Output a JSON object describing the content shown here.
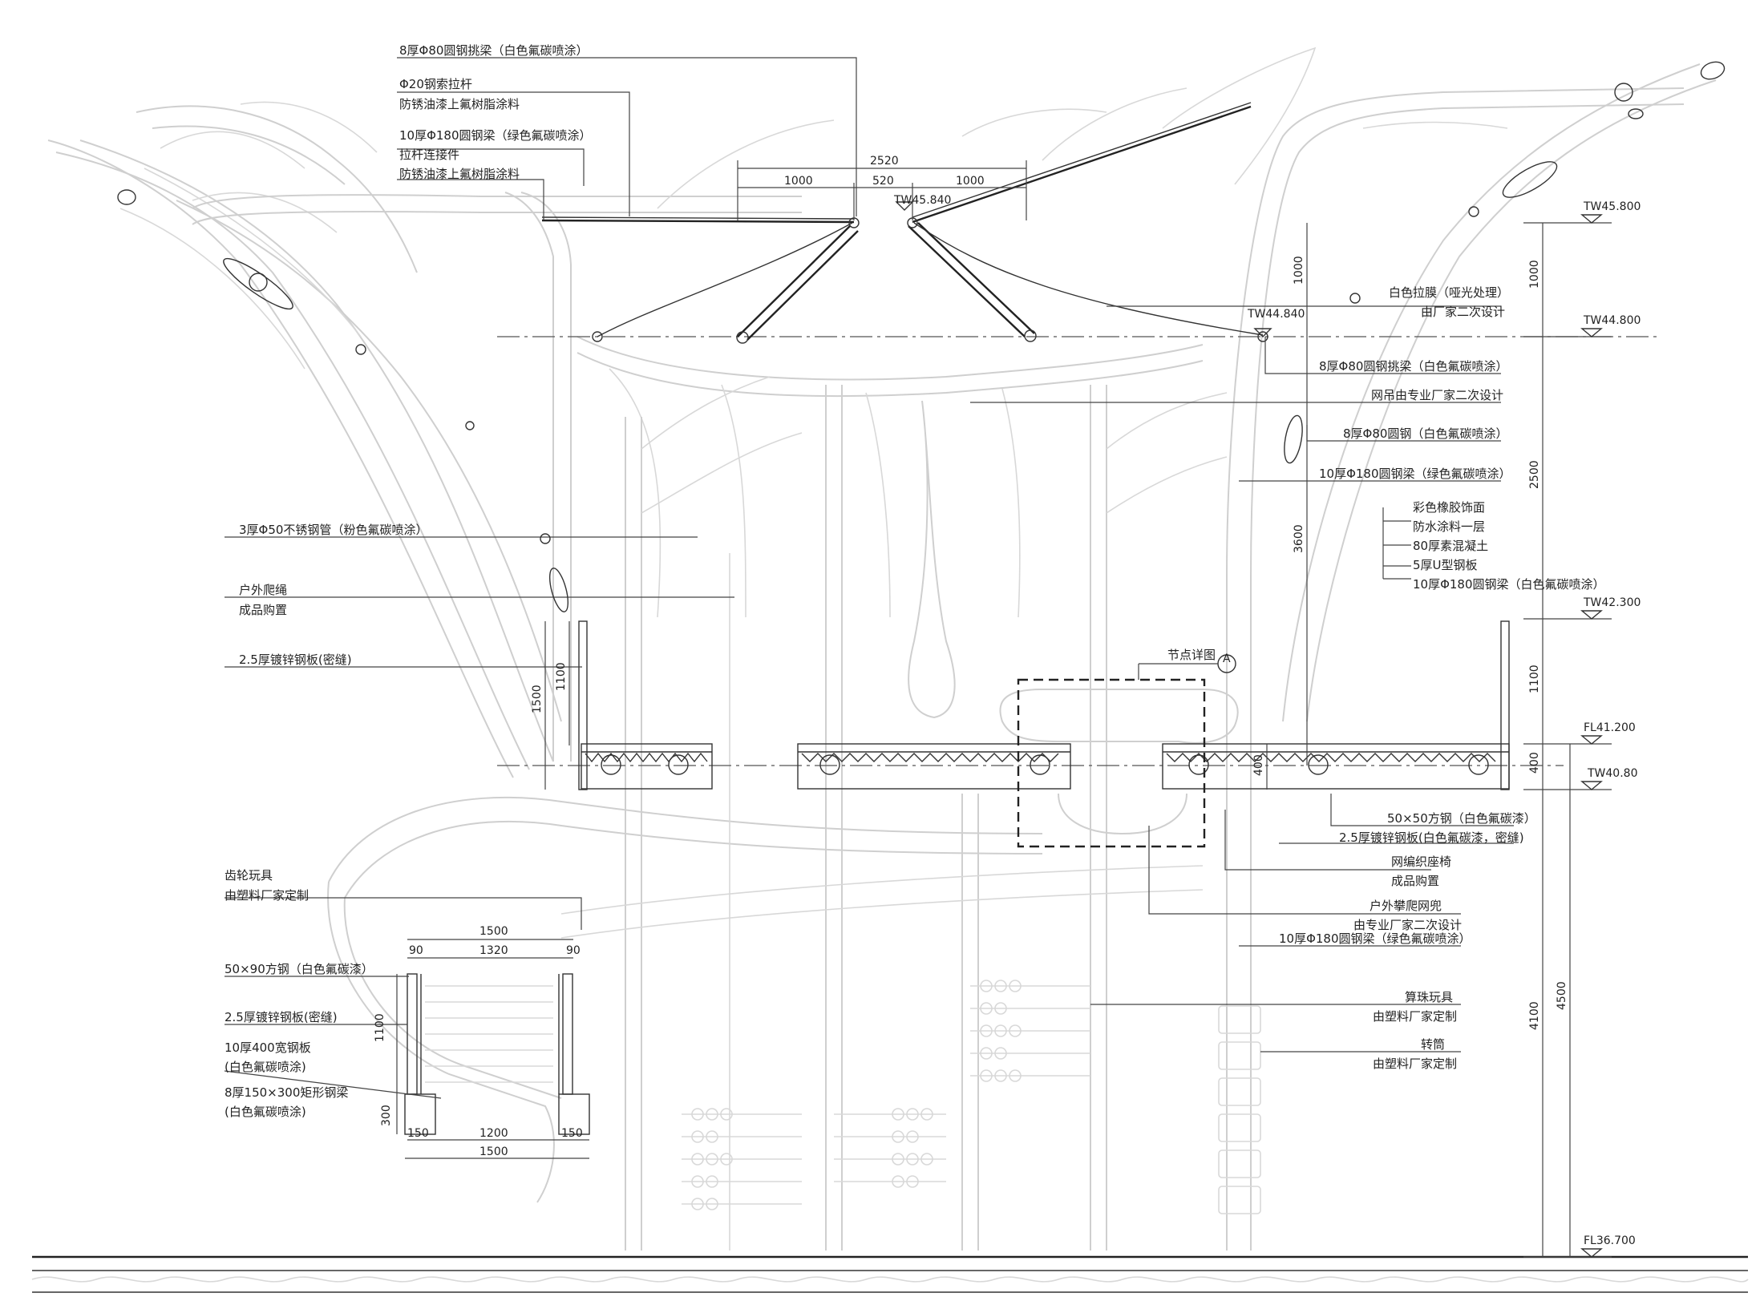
{
  "top_labels": {
    "cantilever_top": "8厚Φ80圆钢挑梁（白色氟碳喷涂）",
    "cable_rod": "Φ20钢索拉杆",
    "cable_rod_coat": "防锈油漆上氟树脂涂料",
    "beam_180_green": "10厚Φ180圆钢梁（绿色氟碳喷涂）",
    "rod_connector": "拉杆连接件",
    "rod_connector_coat": "防锈油漆上氟树脂涂料"
  },
  "top_dims": {
    "overall": "2520",
    "left": "1000",
    "middle": "520",
    "right": "1000",
    "apex_level": "TW45.840",
    "node_level": "TW44.840"
  },
  "right_labels": {
    "membrane": "白色拉膜（哑光处理）",
    "membrane_note": "由厂家二次设计",
    "cantilever": "8厚Φ80圆钢挑梁（白色氟碳喷涂）",
    "net": "网吊由专业厂家二次设计",
    "round_steel": "8厚Φ80圆钢（白色氟碳喷涂）",
    "beam_180": "10厚Φ180圆钢梁（绿色氟碳喷涂）",
    "layers": [
      "彩色橡胶饰面",
      "防水涂料一层",
      "80厚素混凝土",
      "5厚U型钢板",
      "10厚Φ180圆钢梁（白色氟碳喷涂）"
    ],
    "square_steel": "50×50方钢（白色氟碳漆）",
    "galv_plate": "2.5厚镀锌钢板(白色氟碳漆，密缝)",
    "woven_seat": "网编织座椅",
    "woven_seat_note": "成品购置",
    "climb_net": "户外攀爬网兜",
    "climb_net_note": "由专业厂家二次设计",
    "beam_180_green": "10厚Φ180圆钢梁（绿色氟碳喷涂）",
    "abacus": "算珠玩具",
    "abacus_note": "由塑料厂家定制",
    "spinner": "转筒",
    "spinner_note": "由塑料厂家定制"
  },
  "left_labels": {
    "ss_pipe": "3厚Φ50不锈钢管（粉色氟碳喷涂）",
    "rope": "户外爬绳",
    "rope_note": "成品购置",
    "galv_plate": "2.5厚镀锌钢板(密缝)",
    "gear_toy": "齿轮玩具",
    "gear_toy_note": "由塑料厂家定制"
  },
  "detail": {
    "title": "节点详图",
    "tag": "A"
  },
  "section": {
    "square_steel": "50×90方钢（白色氟碳漆）",
    "galv_plate": "2.5厚镀锌钢板(密缝)",
    "plate_400": "10厚400宽钢板",
    "plate_400_coat": "(白色氟碳喷涂)",
    "rect_beam": "8厚150×300矩形钢梁",
    "rect_beam_coat": "(白色氟碳喷涂)",
    "dims": {
      "top_total": "1500",
      "side_left": "90",
      "inner": "1320",
      "side_right": "90",
      "height": "1100",
      "beam_h": "300",
      "foot_left": "150",
      "bottom_inner": "1200",
      "foot_right": "150",
      "bottom_total": "1500"
    }
  },
  "levels": {
    "l1": "TW45.800",
    "l2": "TW44.800",
    "l3": "TW42.300",
    "l4": "FL41.200",
    "l5": "TW40.80",
    "l6": "FL36.700"
  },
  "vertical_dims": {
    "right_1000": "1000",
    "right_2500": "2500",
    "right_1100": "1100",
    "right_400": "400",
    "right_4100": "4100",
    "right_4500": "4500",
    "mid_1000": "1000",
    "mid_3600": "3600",
    "mid_400": "400",
    "left_1500": "1500",
    "left_1100": "1100"
  }
}
